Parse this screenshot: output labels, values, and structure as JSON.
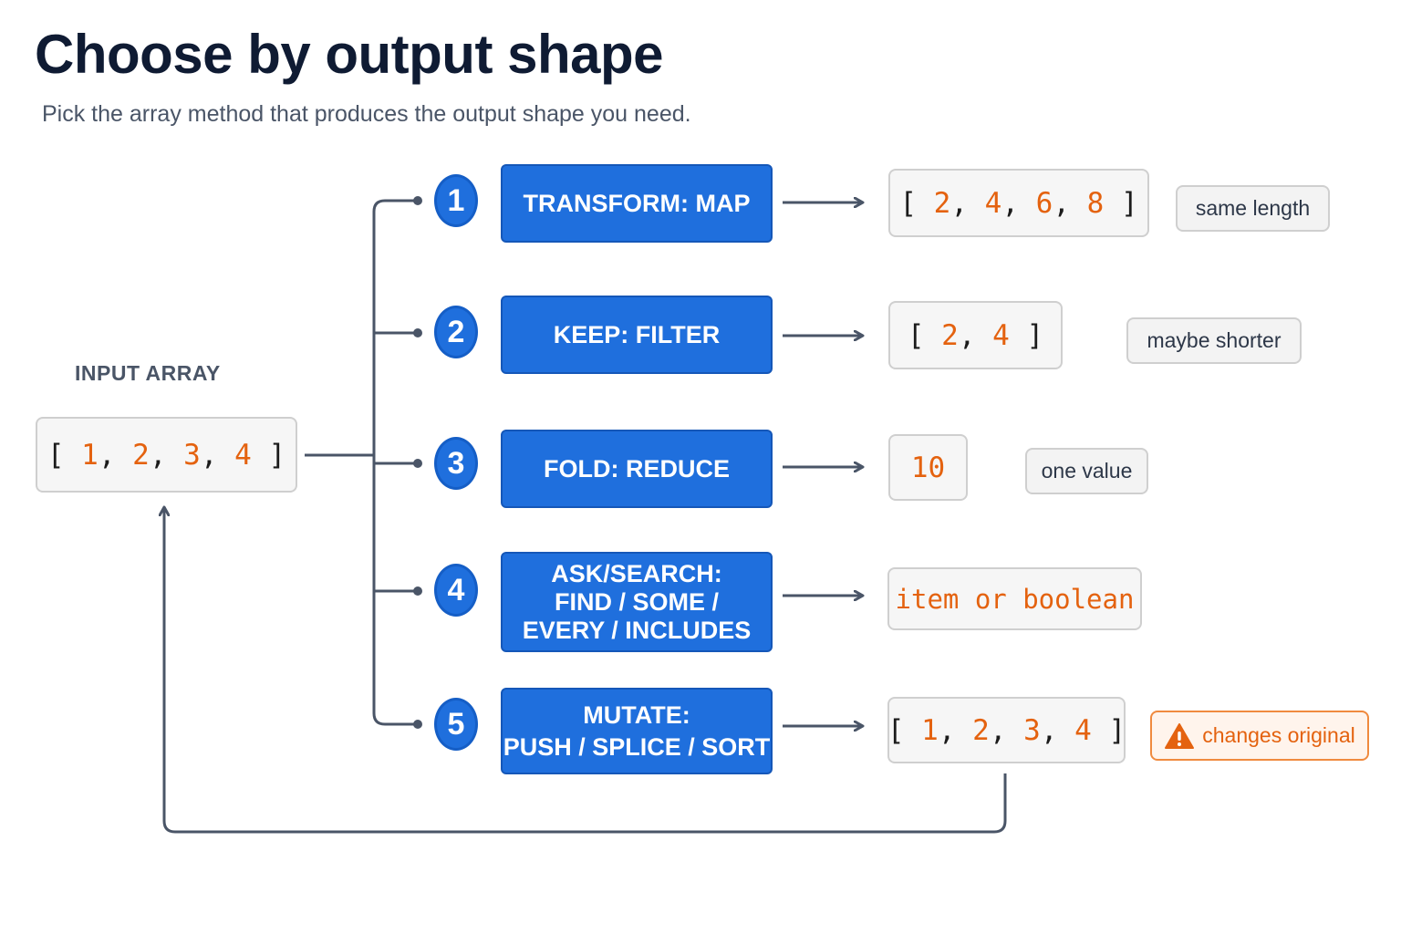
{
  "title": "Choose by output shape",
  "subtitle": "Pick the array method that produces the output shape you need.",
  "input": {
    "label": "INPUT ARRAY",
    "values": [
      "1",
      "2",
      "3",
      "4"
    ]
  },
  "rows": [
    {
      "number": "1",
      "method_lines": [
        "TRANSFORM: MAP"
      ],
      "output": [
        "2",
        "4",
        "6",
        "8"
      ],
      "output_kind": "array",
      "note": "same length"
    },
    {
      "number": "2",
      "method_lines": [
        "KEEP: FILTER"
      ],
      "output": [
        "2",
        "4"
      ],
      "output_kind": "array",
      "note": "maybe shorter"
    },
    {
      "number": "3",
      "method_lines": [
        "FOLD: REDUCE"
      ],
      "output": "10",
      "output_kind": "value",
      "note": "one value"
    },
    {
      "number": "4",
      "method_lines": [
        "ASK/SEARCH:",
        "FIND / SOME /",
        "EVERY /  INCLUDES"
      ],
      "output": "item or boolean",
      "output_kind": "value",
      "note": ""
    },
    {
      "number": "5",
      "method_lines": [
        "MUTATE:",
        "PUSH / SPLICE / SORT"
      ],
      "output": [
        "1",
        "2",
        "3",
        "4"
      ],
      "output_kind": "array",
      "note": "changes original",
      "note_icon": "warning-icon"
    }
  ],
  "colors": {
    "method_blue": "#1f6fdd",
    "number_orange": "#e4620f",
    "connector": "#4a5567"
  }
}
